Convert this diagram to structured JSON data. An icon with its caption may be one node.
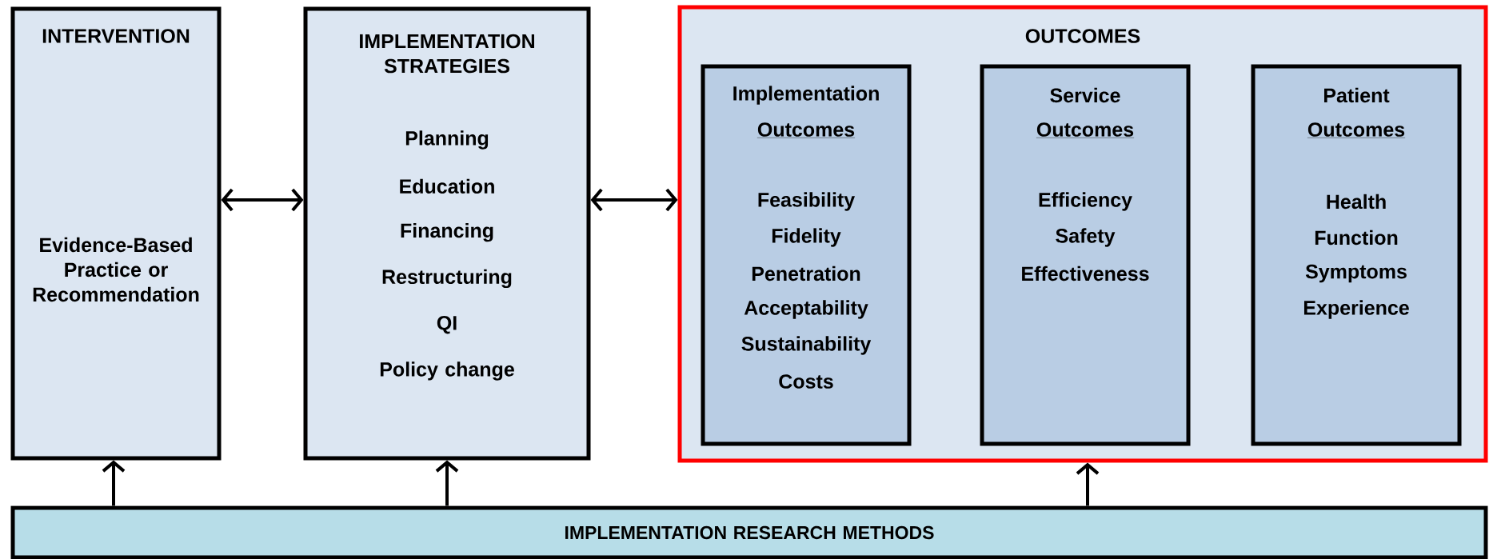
{
  "diagram": {
    "nodes": [
      {
        "text": [
          "INTERVENTION",
          "Evidence-Based Practice or Recommendation"
        ]
      },
      {
        "text": [
          "IMPLEMENTATION STRATEGIES",
          "Planning",
          "Education",
          "Financing",
          "Restructuring",
          "QI",
          "Policy change"
        ]
      },
      {
        "text": [
          "OUTCOMES"
        ]
      },
      {
        "text": [
          "Implementation",
          "Outcomes",
          "Feasibility",
          "Fidelity",
          "Penetration",
          "Acceptability",
          "Sustainability",
          "Costs"
        ],
        "in": 2
      },
      {
        "text": [
          "Service",
          "Outcomes",
          "Efficiency",
          "Safety",
          "Effectiveness"
        ],
        "in": 2
      },
      {
        "text": [
          "Patient",
          "Outcomes",
          "Health",
          "Function",
          "Symptoms",
          "Experience"
        ],
        "in": 2
      },
      {
        "text": [
          "IMPLEMENTATION RESEARCH METHODS"
        ]
      }
    ],
    "edges": [
      {
        "from": 0,
        "to": 1,
        "arrow": "both"
      },
      {
        "from": 1,
        "to": 2,
        "arrow": "both"
      },
      {
        "from": 6,
        "to": 0,
        "arrow": "to"
      },
      {
        "from": 6,
        "to": 1,
        "arrow": "to"
      },
      {
        "from": 6,
        "to": 2,
        "arrow": "to"
      }
    ]
  }
}
